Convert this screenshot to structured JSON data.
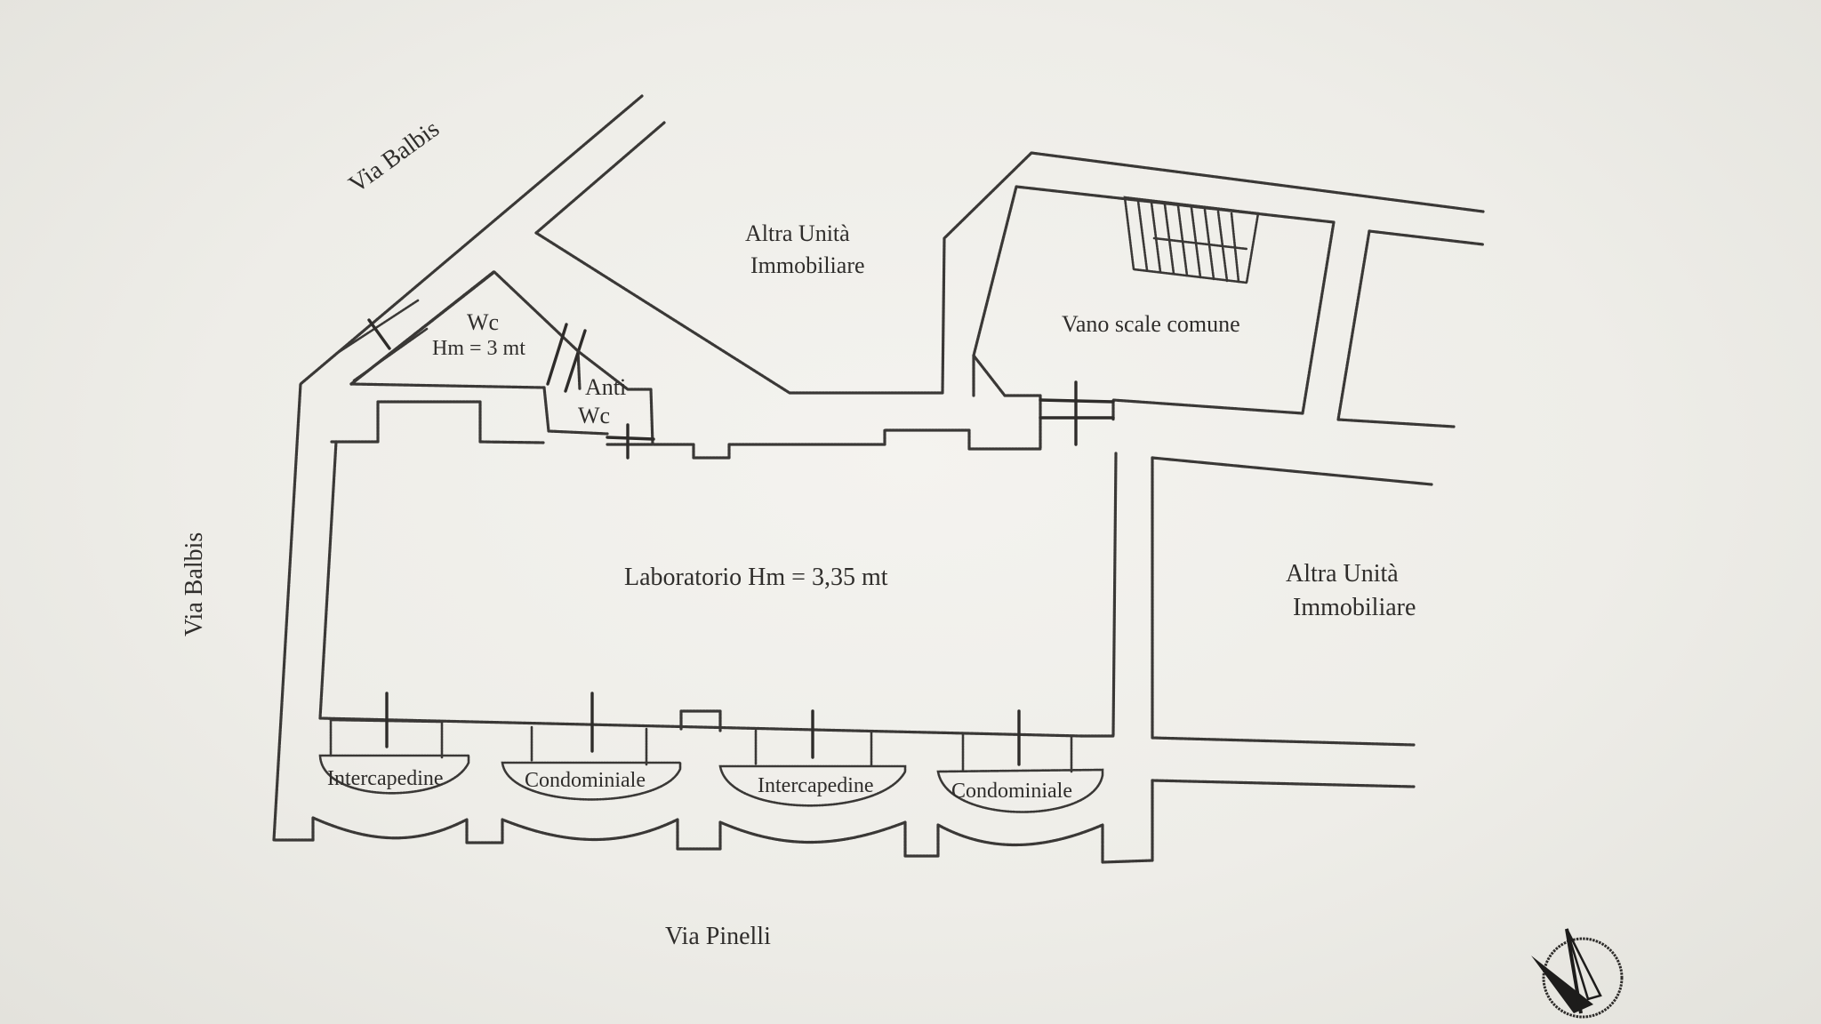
{
  "streets": {
    "via_balbis_diagonal": "Via Balbis",
    "via_balbis_vertical": "Via Balbis",
    "via_pinelli": "Via Pinelli"
  },
  "rooms": {
    "wc_name": "Wc",
    "wc_height": "Hm = 3 mt",
    "anti_wc_line1": "Anti",
    "anti_wc_line2": "Wc",
    "laboratorio": "Laboratorio  Hm = 3,35 mt",
    "vano_scale": "Vano scale comune",
    "other_unit_top_line1": "Altra Unità",
    "other_unit_top_line2": "Immobiliare",
    "other_unit_right_line1": "Altra Unità",
    "other_unit_right_line2": "Immobiliare"
  },
  "front_bays": [
    {
      "label": "Intercapedine"
    },
    {
      "label": "Condominiale"
    },
    {
      "label": "Intercapedine"
    },
    {
      "label": "Condominiale"
    }
  ],
  "colors": {
    "paper": "#eeede8",
    "ink": "#3a3836",
    "compass_dark": "#1d1c1b"
  },
  "icons": {
    "north_arrow": "compass-north-arrow-icon"
  }
}
